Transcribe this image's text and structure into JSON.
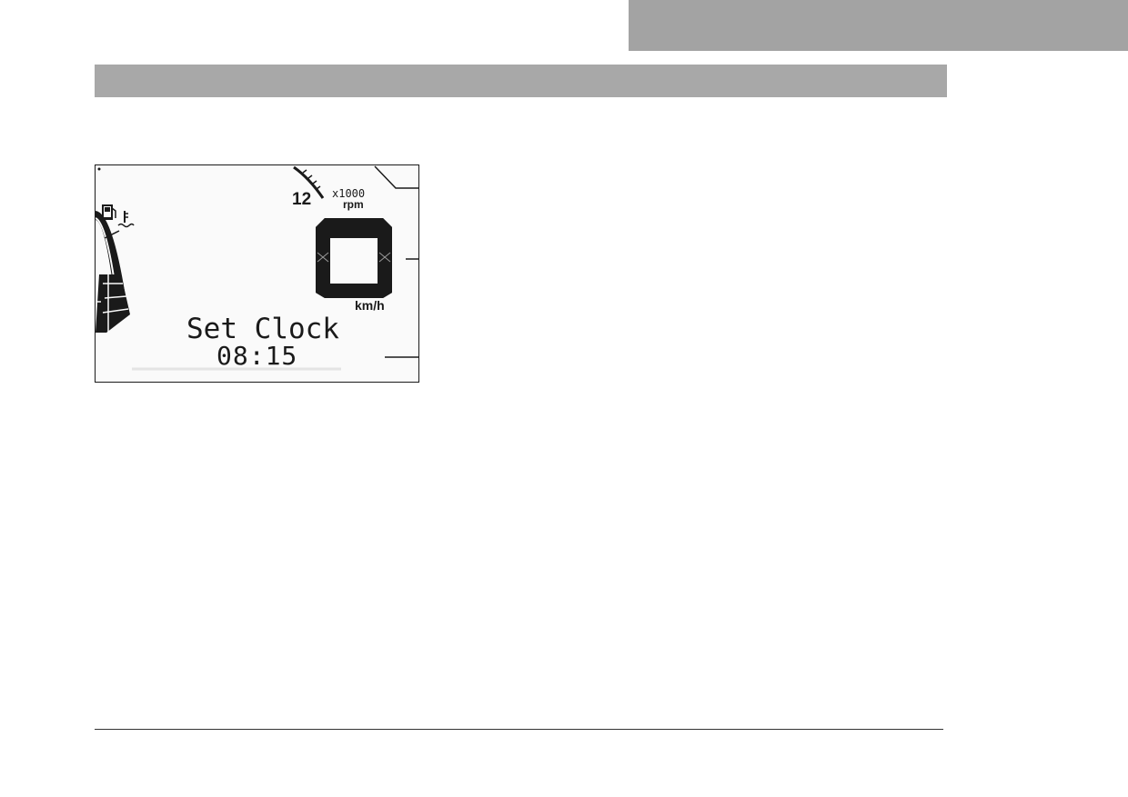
{
  "display": {
    "rpm_scale_value": "12",
    "rpm_multiplier": "x1000",
    "rpm_unit": "rpm",
    "speed_value": "0",
    "speed_unit": "km/h",
    "message": "Set Clock",
    "clock_time": "08:15",
    "icons": [
      "fuel-pump-icon",
      "coolant-temperature-icon"
    ]
  },
  "colors": {
    "tab": "#a3a3a3",
    "section_bar": "#a8a8a8",
    "lcd_segment": "#1a1a1a",
    "rule": "#333333"
  }
}
